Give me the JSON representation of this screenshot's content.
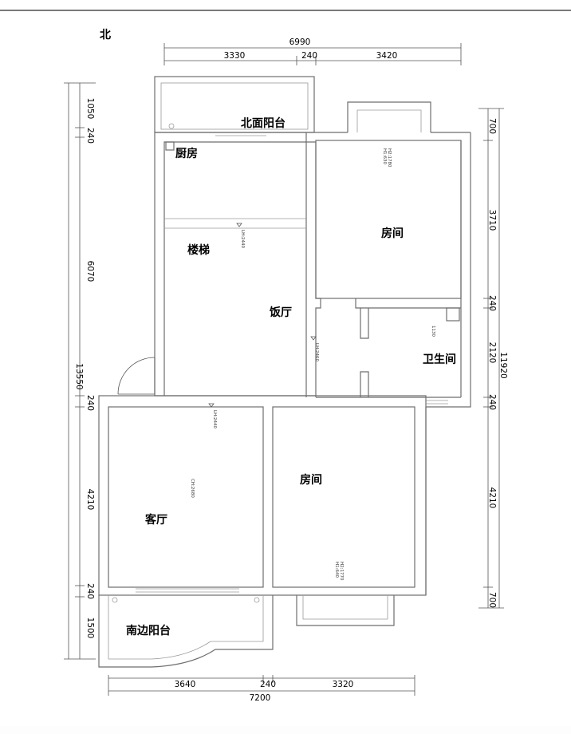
{
  "compass": {
    "north": "北"
  },
  "rooms": {
    "north_balcony": "北面阳台",
    "kitchen": "厨房",
    "room_ne": "房间",
    "stairs": "楼梯",
    "dining": "饭厅",
    "bathroom": "卫生间",
    "room_se": "房间",
    "living": "客厅",
    "south_balcony": "南边阳台"
  },
  "dims": {
    "top_total": "6990",
    "top_a": "3330",
    "top_b": "240",
    "top_c": "3420",
    "bottom_a": "3640",
    "bottom_b": "240",
    "bottom_c": "3320",
    "bottom_total": "7200",
    "left_1": "1050",
    "left_2": "240",
    "left_3": "6070",
    "left_total": "13550",
    "left_4": "240",
    "left_5": "4210",
    "left_6": "240",
    "left_7": "1500",
    "right_1": "700",
    "right_2": "3710",
    "right_3": "240",
    "right_4": "2120",
    "right_total": "11920",
    "right_5": "240",
    "right_6": "4210",
    "right_7": "700"
  },
  "notes": {
    "win_ne_1": "H1:630",
    "win_ne_2": "H2:1780",
    "lh_stairs": "LH:2440",
    "lh_dining": "LH:2460",
    "bath_dim": "1130",
    "lh_living": "LH:2440",
    "ch_living": "CH:2680",
    "win_se_1": "H1:640",
    "win_se_2": "H2:1770"
  }
}
